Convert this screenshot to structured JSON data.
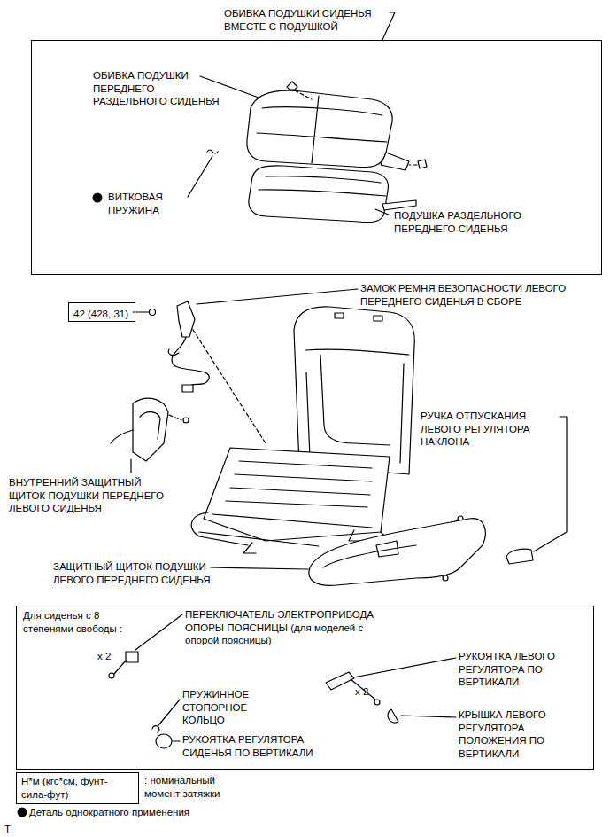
{
  "diagram": {
    "nodes": [
      {
        "text": [
          "ОБИВКА ПОДУШКИ СИДЕНЬЯ ВМЕСТЕ С ПОДУШКОЙ"
        ]
      },
      {
        "text": [
          "Для сиденья с 8 степенями свободы :"
        ]
      },
      {
        "text": [
          "42 (428, 31)"
        ]
      },
      {
        "text": [
          "Н*м (кгс*см, фунт-сила-фут)"
        ]
      }
    ],
    "labels": [
      "ОБИВКА ПОДУШКИ ПЕРЕДНЕГО РАЗДЕЛЬНОГО СИДЕНЬЯ",
      "ВИТКОВАЯ ПРУЖИНА",
      "ПОДУШКА РАЗДЕЛЬНОГО ПЕРЕДНЕГО СИДЕНЬЯ",
      "ЗАМОК РЕМНЯ БЕЗОПАСНОСТИ ЛЕВОГО ПЕРЕДНЕГО СИДЕНЬЯ В СБОРЕ",
      "РУЧКА ОТПУСКАНИЯ ЛЕВОГО РЕГУЛЯТОРА НАКЛОНА",
      "ВНУТРЕННИЙ ЗАЩИТНЫЙ ЩИТОК ПОДУШКИ ПЕРЕДНЕГО ЛЕВОГО СИДЕНЬЯ",
      "ЗАЩИТНЫЙ ЩИТОК ПОДУШКИ ЛЕВОГО ПЕРЕДНЕГО СИДЕНЬЯ",
      "ПЕРЕКЛЮЧАТЕЛЬ ЭЛЕКТРОПРИВОДА ОПОРЫ ПОЯСНИЦЫ (для моделей с опорой поясницы)",
      "x 2",
      "РУКОЯТКА ЛЕВОГО РЕГУЛЯТОРА ПО ВЕРТИКАЛИ",
      "x 2",
      "ПРУЖИННОЕ СТОПОРНОЕ КОЛЬЦО",
      "РУКОЯТКА РЕГУЛЯТОРА СИДЕНЬЯ ПО ВЕРТИКАЛИ",
      "КРЫШКА ЛЕВОГО РЕГУЛЯТОРА ПОЛОЖЕНИЯ ПО ВЕРТИКАЛИ",
      "T"
    ],
    "legend": [
      {
        "text": ": номинальный момент затяжки"
      },
      {
        "text": "Деталь однократного применения"
      }
    ]
  }
}
